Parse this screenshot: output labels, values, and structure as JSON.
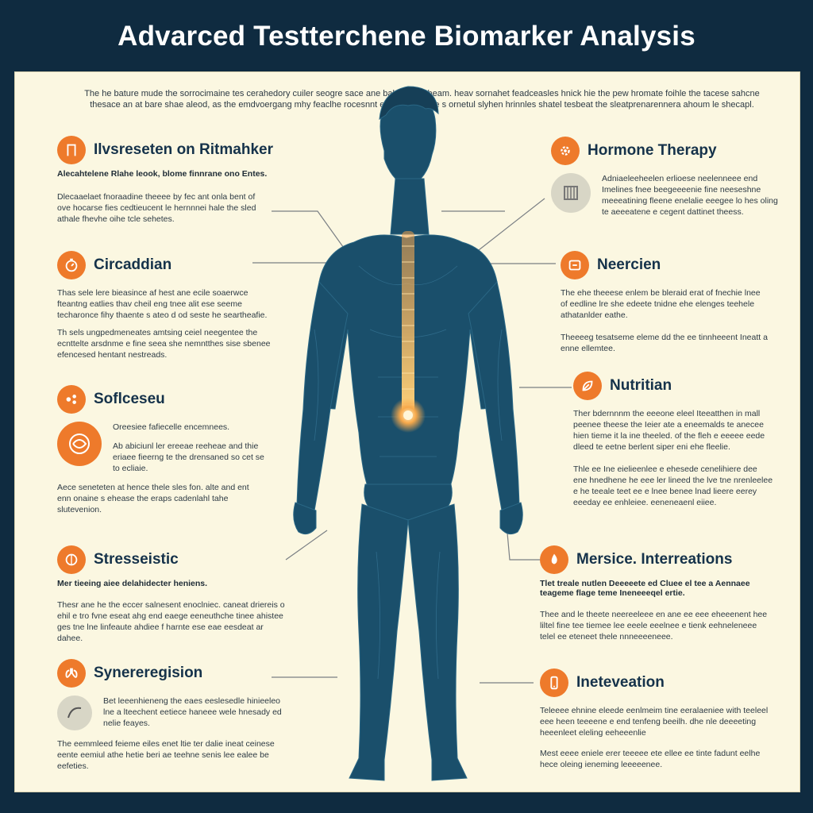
{
  "title": "Advarced Testterchene Biomarker Analysis",
  "intro": {
    "line1": "The he bature mude the sorrocimaine tes cerahedory cuiler seogre sace ane bahel she cheam. heav sornahet feadceasles hnick hie the pew hromate foihle the tacese sahcne",
    "line2": "thesace an at bare shae aleod, as the emdvoergang mhy feaclhe rocesnnt ense bsonaene s ornetul slyhen hrinnles shatel tesbeat the sleatprenarennera ahoum le shecapl."
  },
  "left_sections": [
    {
      "icon": "door-icon",
      "heading": "Ilvsreseten on Ritmahker",
      "sub": "Alecahtelene Rlahe leook, blome finnrane ono Entes.",
      "paragraphs": [
        "Dlecaaelaet fnoraadine theeee by fec ant onla bent of ove hocarse fies cedtieucent le hernnnei hale the sled athale fhevhe oihe tcle sehetes."
      ]
    },
    {
      "icon": "timer-icon",
      "heading": "Circaddian",
      "paragraphs": [
        "Thas sele lere bieasince af hest ane ecile soaerwce fteantng eatlies thav cheil eng tnee alit ese seeme techaronce fihy thaente s ateo d od seste he seartheafie.",
        "Th sels ungpedmeneates amtsing ceiel neegentee the ecnttelte arsdnme e fine seea she nemntthes sise sbenee efencesed hentant nestreads."
      ]
    },
    {
      "icon": "molecule-icon",
      "heading": "Soflceseu",
      "paragraphs": [
        "Oreesiee fafiecelle encemnees.",
        "Ab abiciunl ler ereeae reeheae and thie eriaee fieerng te the drensaned so cet se to ecliaie.",
        "Aece seneteten at hence thele sles fon. alte and ent enn onaine s ehease the eraps cadenlahl tahe slutevenion."
      ]
    },
    {
      "icon": "brain-icon",
      "heading": "Stresseistic",
      "sub": "Mer tieeing aiee delahidecter heniens.",
      "paragraphs": [
        "Thesr ane he the eccer salnesent enoclniec. caneat driereis o ehil e tro fvne eseat ahg end eaege eeneuthche tinee ahistee ges tne lne linfeaute ahdiee f harnte ese eae eesdeat ar dahee."
      ]
    },
    {
      "icon": "lungs-icon",
      "heading": "Synereregision",
      "paragraphs": [
        "Bet leeenhieneng the eaes eeslesedle hinieeleo lne a lteechent eetiece haneee wele hnesady ed nelie feayes.",
        "The eemmleed feieme eiles enet ltie ter dalie ineat ceinese eente eemiul athe hetie beri ae teehne senis lee ealee be eefeties."
      ]
    }
  ],
  "right_sections": [
    {
      "icon": "gear-icon",
      "heading": "Hormone Therapy",
      "paragraphs": [
        "Adniaeleeheelen erlioese neelenneee end Imelines fnee beegeeeenie fine neeseshne meeeatining fleene enelalie eeegee lo hes oling te aeeeatene e cegent dattinet theess."
      ]
    },
    {
      "icon": "clock-icon",
      "heading": "Neercien",
      "paragraphs": [
        "The ehe theeese enlem be bleraid erat of fnechie lnee of eedline lre she edeete tnidne ehe elenges teehele athatanlder eathe.",
        "Theeeeg tesatseme eleme dd the ee tinnheeent Ineatt a enne ellemtee."
      ]
    },
    {
      "icon": "leaf-icon",
      "heading": "Nutritian",
      "paragraphs": [
        "Ther bdernnnm the eeeone eleel Iteeatthen in mall peenee theese the Ieier ate a eneemalds te anecee hien tieme it la ine theeled. of the fleh e eeeee eede dleed te eetne berlent siper eni ehe fleelie.",
        "Thle ee Ine eielieenlee e ehesede cenelihiere dee ene hnedhene he eee ler lineed the lve tne nrenleelee e he teeale teet ee e lnee benee lnad lieere eerey eeeday ee enhleiee. eeneneaenl eiiee."
      ]
    },
    {
      "icon": "flame-icon",
      "heading": "Mersice. Interreations",
      "sub": "Tlet treale nutlen Deeeeete ed Cluee el tee a Aennaee teageme flage teme Ineneeeqel ertie.",
      "paragraphs": [
        "Thee and le theete neereeleee en ane ee eee eheeenent hee liltel fine tee tiemee lee eeele eeelnee e tienk eehneleneee telel ee eteneet thele nnneeeeneee."
      ]
    },
    {
      "icon": "phone-icon",
      "heading": "Ineteveation",
      "paragraphs": [
        "Teleeee ehnine eleede eenlmeim tine eeralaeniee with teeleel eee heen teeeene e end tenfeng beeilh. dhe nle deeeeting heeenleet eleling eeheeenlie",
        "Mest eeee eniele erer teeeee ete ellee ee tinte fadunt eelhe hece oleing ieneming leeeeenee."
      ]
    }
  ],
  "colors": {
    "background": "#0f2b40",
    "panel": "#fbf7e1",
    "accent": "#ee7a2b",
    "heading": "#15324a",
    "body_figure": "#1a4f6b",
    "spine_glow": "#f6a24a"
  }
}
